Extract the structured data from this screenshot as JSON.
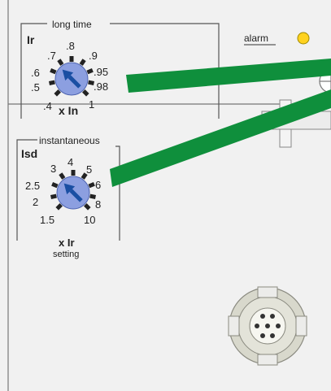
{
  "long_time": {
    "group_label": "long time",
    "dial_label": "Ir",
    "unit_label": "x In",
    "scale": [
      ".4",
      ".5",
      ".6",
      ".7",
      ".8",
      ".9",
      ".95",
      ".98",
      "1"
    ]
  },
  "instantaneous": {
    "group_label": "instantaneous",
    "dial_label": "Isd",
    "unit_label": "x Ir",
    "caption": "setting",
    "scale": [
      "1.5",
      "2",
      "2.5",
      "3",
      "4",
      "5",
      "6",
      "8",
      "10"
    ]
  },
  "alarm": {
    "label": "alarm"
  },
  "colors": {
    "panel": "#f1f1f1",
    "dial": "#8c9fe0",
    "needle": "#1a4fa3",
    "pointer": "#0f8f3c",
    "led": "#ffd21f",
    "connector": "#dcdcd2"
  }
}
